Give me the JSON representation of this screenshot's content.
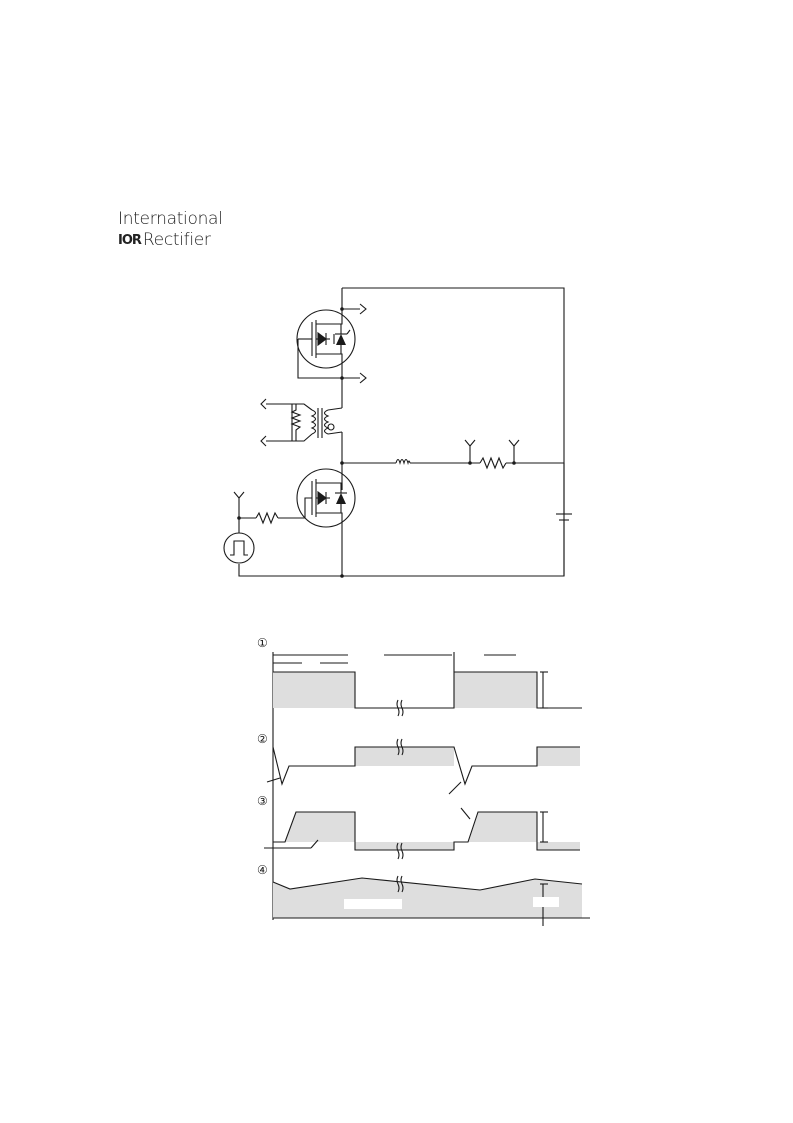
{
  "logo": {
    "line1": "International",
    "mark": "IOR",
    "line2": "Rectifier"
  },
  "waveforms": {
    "labels": [
      "①",
      "②",
      "③",
      "④"
    ]
  },
  "colors": {
    "line": "#1a1a1a",
    "fill": "#dedede"
  },
  "icons": {
    "pulse_source": "square-pulse-icon",
    "mosfet": "mosfet-icon",
    "inductor": "inductor-icon",
    "resistor": "resistor-icon",
    "transformer": "current-transformer-icon",
    "battery": "dc-source-icon",
    "terminal": "probe-terminal-icon",
    "break": "axis-break-icon"
  }
}
